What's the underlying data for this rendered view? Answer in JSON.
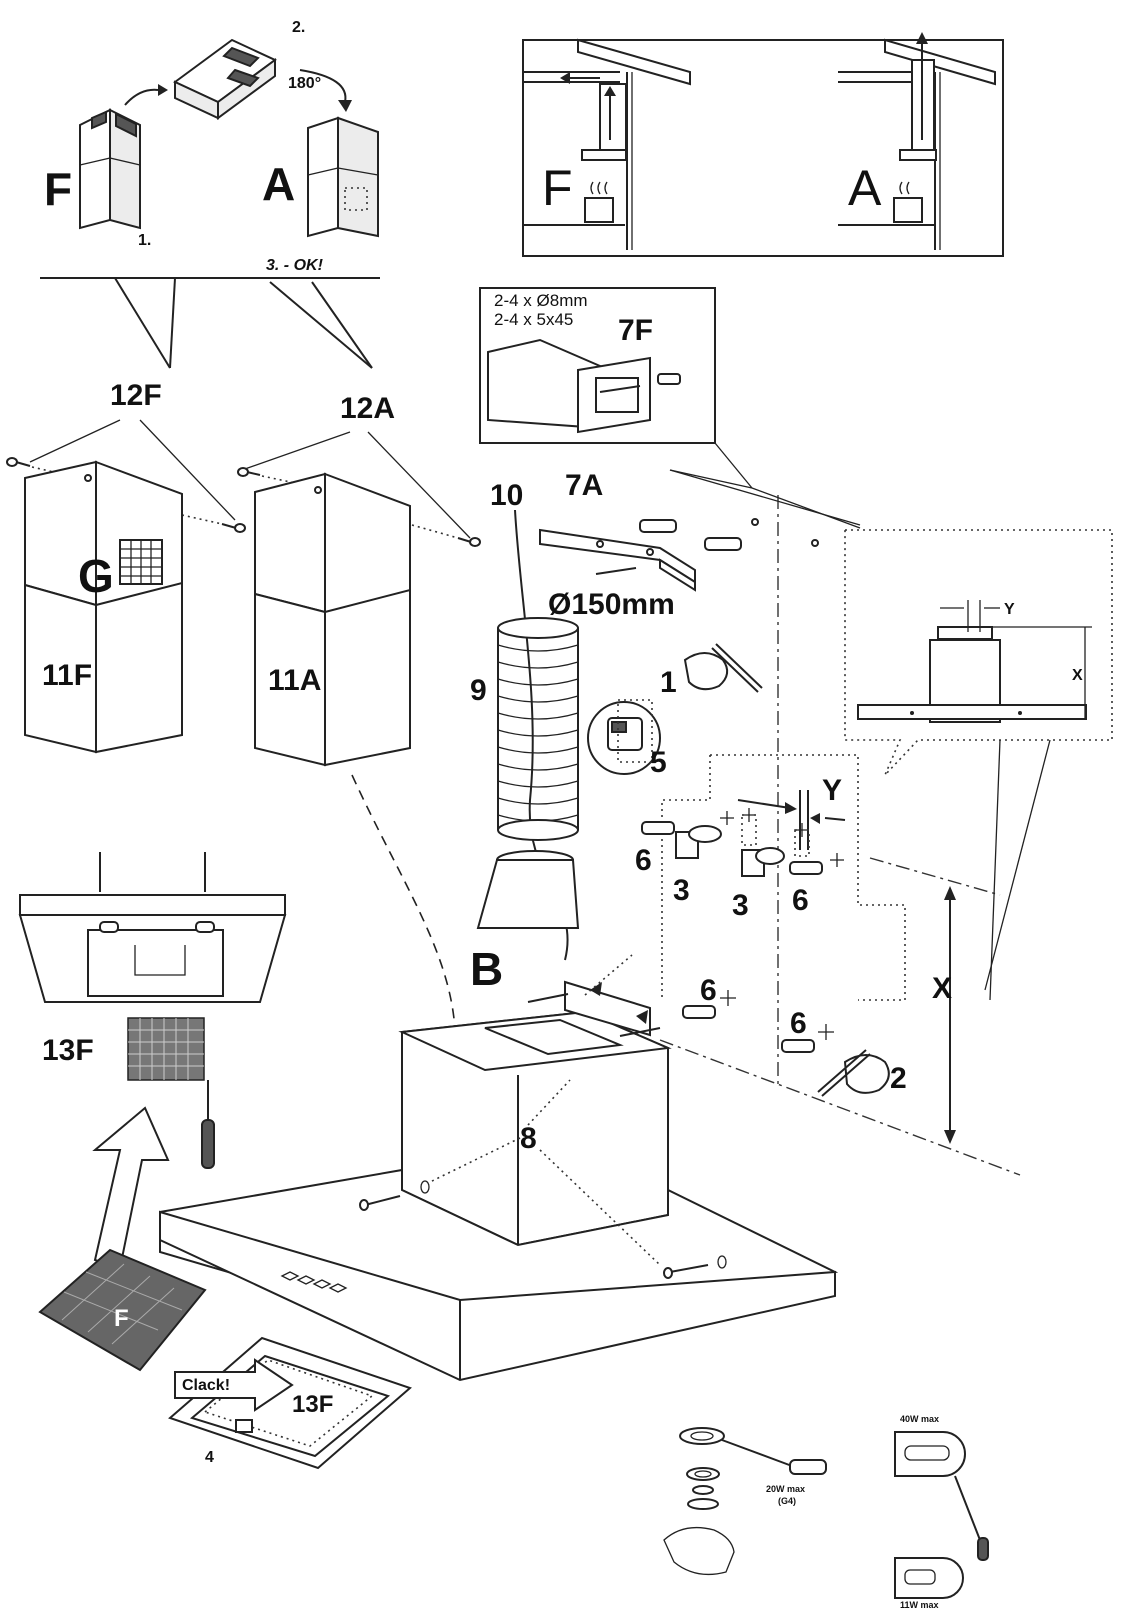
{
  "figure": {
    "duct_steps": {
      "label_f": "F",
      "label_a": "A",
      "step1": "1.",
      "step2": "2.",
      "angle": "180°",
      "step3": "3. - OK!"
    },
    "vent_modes": {
      "label_f": "F",
      "label_a": "A"
    },
    "chimney": {
      "upper_f": "12F",
      "upper_a": "12A",
      "lower_f": "11F",
      "lower_a": "11A",
      "grille": "G"
    },
    "bracket_box": {
      "line1": "2-4 x Ø8mm",
      "line2": "2-4 x 5x45",
      "label": "7F"
    },
    "parts": {
      "bracket": "7A",
      "cable": "10",
      "diameter": "Ø150mm",
      "hose": "9",
      "step1": "1",
      "clip": "5",
      "plug_a": "6",
      "plug_b": "6",
      "plug_c": "6",
      "plug_d": "6",
      "hook_a": "3",
      "hook_b": "3",
      "dim_y": "Y",
      "dim_x": "X",
      "step2": "2",
      "body": "B",
      "screws": "8"
    },
    "detail": {
      "y": "Y",
      "x": "X"
    },
    "filter": {
      "label_top": "13F",
      "panel": "F",
      "clack": "Clack!",
      "frame": "13F",
      "step4": "4"
    },
    "lamps": {
      "halogen": "20W max",
      "halogen_type": "(G4)",
      "top": "40W max",
      "bottom": "11W max"
    }
  }
}
